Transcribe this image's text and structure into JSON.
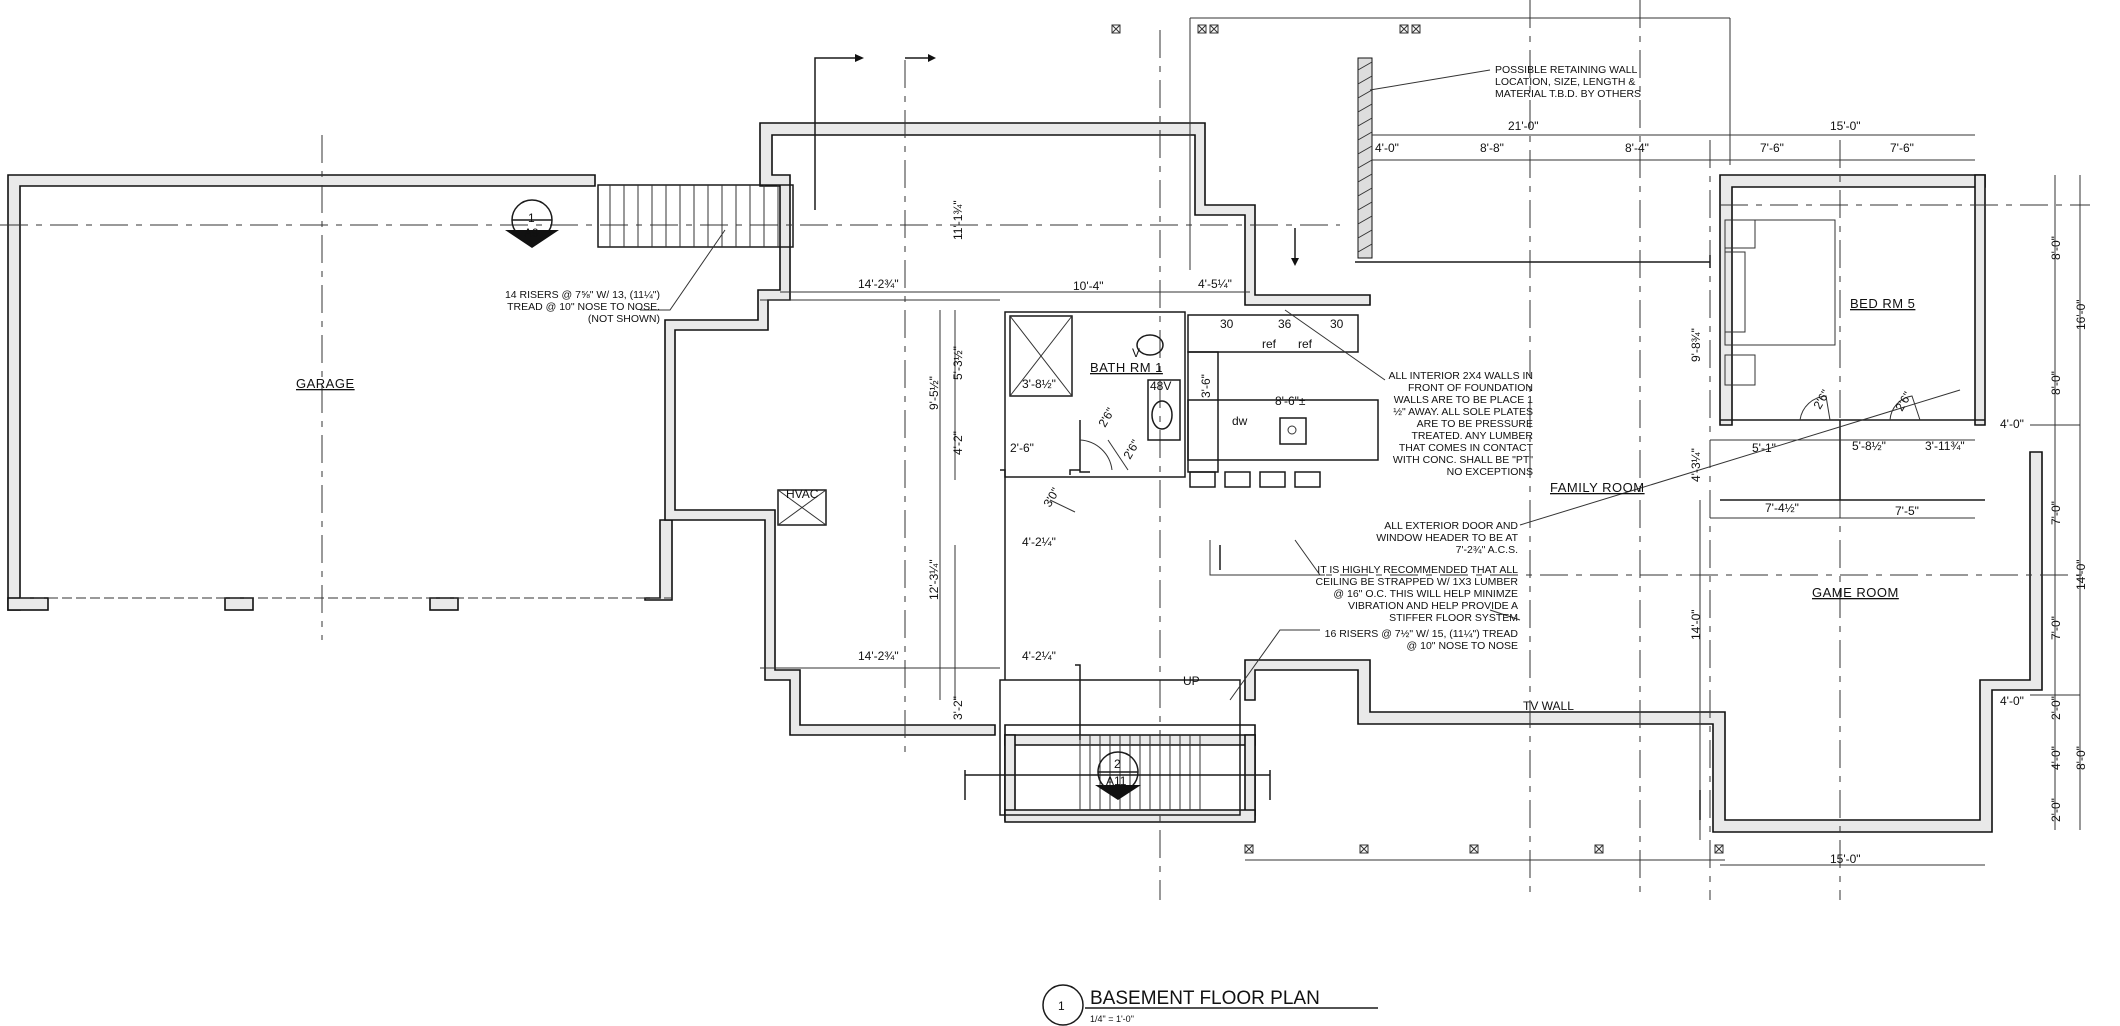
{
  "plan": {
    "title": "BASEMENT FLOOR PLAN",
    "scale": "1/4\" = 1'-0\"",
    "title_number": "1"
  },
  "rooms": {
    "garage": "GARAGE",
    "bath": "BATH RM 1",
    "bed": "BED RM 5",
    "family": "FAMILY ROOM",
    "game": "GAME ROOM",
    "tv_wall": "TV WALL",
    "hvac": "HVAC"
  },
  "markers": {
    "section_a9_num": "1",
    "section_a9_sheet": "A9",
    "section_a11_num": "2",
    "section_a11_sheet": "A11",
    "up": "UP"
  },
  "fixtures": {
    "ref1": "ref",
    "ref2": "ref",
    "dw": "dw",
    "c30a": "30",
    "c36": "36",
    "c30b": "30",
    "wh": "48V",
    "v": "V"
  },
  "dimensions": {
    "top_21": "21'-0\"",
    "top_4_0": "4'-0\"",
    "top_8_8": "8'-8\"",
    "top_8_4": "8'-4\"",
    "top_15_0": "15'-0\"",
    "top_7_6a": "7'-6\"",
    "top_7_6b": "7'-6\"",
    "d_10_4": "10'-4\"",
    "d_4_5": "4'-5¼\"",
    "d_14_2a": "14'-2¾\"",
    "d_14_2b": "14'-2¾\"",
    "d_11_1": "11'-1¾\"",
    "d_9_5": "9'-5½\"",
    "d_5_3": "5'-3½\"",
    "d_4_2": "4'-2\"",
    "d_12_3": "12'-3¼\"",
    "d_3_2": "3'-2\"",
    "d_3_8": "3'-8½\"",
    "d_2_6a": "2'-6\"",
    "d_2_6b": "2'6\"",
    "d_2_6c": "2'6\"",
    "d_2_6d": "2'6\"",
    "d_2_6e": "2'6\"",
    "d_3_0": "3'0\"",
    "d_4_2q_a": "4'-2¼\"",
    "d_4_2q_b": "4'-2¼\"",
    "d_3_6": "3'-6\"",
    "d_8_6": "8'-6\"±",
    "d_9_8": "9'-8¾\"",
    "d_4_3": "4'-3¼\"",
    "d_5_1": "5'-1\"",
    "d_5_8": "5'-8½\"",
    "d_3_11": "3'-11¾\"",
    "d_7_4": "7'-4½\"",
    "d_7_5": "7'-5\"",
    "d_14_0": "14'-0\"",
    "d_15_0b": "15'-0\"",
    "d_4_0r": "4'-0\"",
    "d_4_0r2": "4'-0\"",
    "r_8_0a": "8'-0\"",
    "r_16_0": "16'-0\"",
    "r_8_0b": "8'-0\"",
    "r_7_0a": "7'-0\"",
    "r_14_0": "14'-0\"",
    "r_7_0b": "7'-0\"",
    "r_2_0a": "2'-0\"",
    "r_4_0": "4'-0\"",
    "r_8_0c": "8'-0\"",
    "r_2_0b": "2'-0\""
  },
  "notes": {
    "retaining": [
      "POSSIBLE RETAINING WALL",
      "LOCATION, SIZE, LENGTH &",
      "MATERIAL T.B.D. BY OTHERS"
    ],
    "stair14": [
      "14 RISERS @ 7⅝\" W/ 13, (11¼\")",
      "TREAD @ 10\" NOSE TO NOSE.",
      "(NOT SHOWN)"
    ],
    "interior": [
      "ALL INTERIOR 2X4 WALLS IN",
      "FRONT OF FOUNDATION",
      "WALLS ARE TO BE PLACE 1",
      "½\" AWAY. ALL SOLE PLATES",
      "ARE TO BE PRESSURE",
      "TREATED. ANY LUMBER",
      "THAT COMES IN CONTACT",
      "WITH CONC. SHALL BE \"PT\"",
      "NO EXCEPTIONS"
    ],
    "header": [
      "ALL EXTERIOR DOOR AND",
      "WINDOW HEADER TO BE AT",
      "7'-2¾\" A.C.S."
    ],
    "ceiling": [
      "IT IS HIGHLY RECOMMENDED THAT ALL",
      "CEILING BE STRAPPED W/ 1X3 LUMBER",
      "@ 16\" O.C. THIS WILL HELP MINIMZE",
      "VIBRATION AND HELP PROVIDE A",
      "STIFFER FLOOR SYSTEM"
    ],
    "stair16": [
      "16 RISERS @ 7½\" W/ 15, (11¼\") TREAD",
      "@ 10\" NOSE TO NOSE"
    ]
  }
}
